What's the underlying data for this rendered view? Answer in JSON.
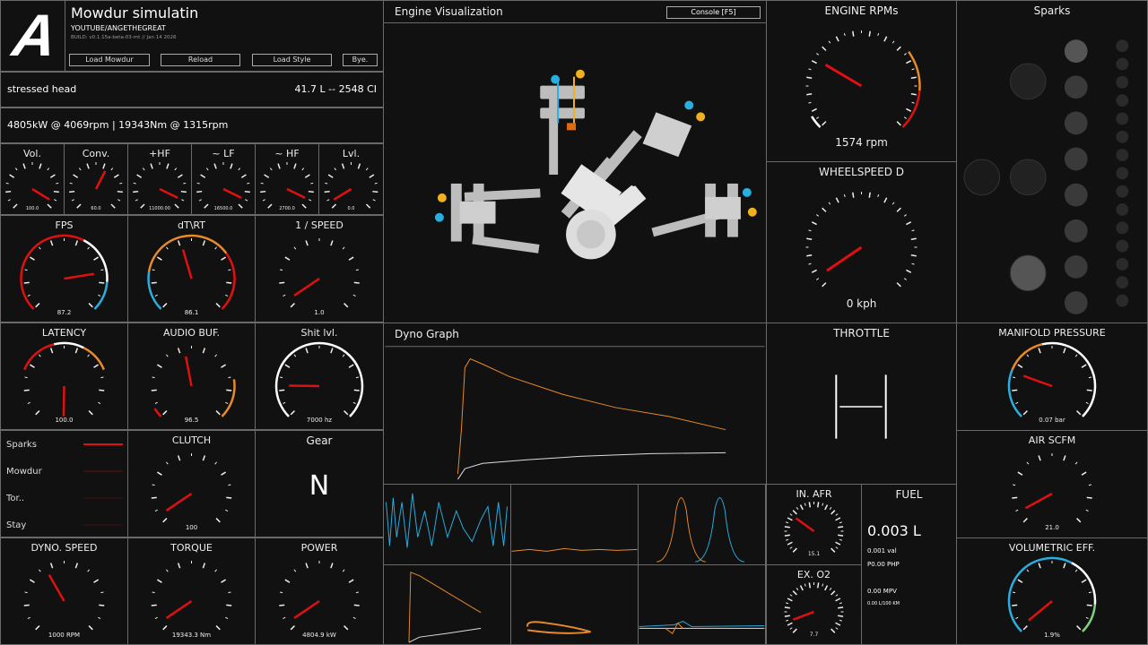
{
  "header": {
    "logo": "A",
    "title": "Mowdur simulatin",
    "subtitle": "YOUTUBE/ANGETHEGREAT",
    "build": "BUILD: v0.1.15a-beta-03-mt // Jan 14 2026",
    "buttons": [
      "Load Mowdur",
      "Reload",
      "Load Style",
      "Bye."
    ]
  },
  "engine": {
    "name": "stressed head",
    "displacement": "41.7 L -- 2548 CI",
    "peak": "4805kW @ 4069rpm | 19343Nm @ 1315rpm"
  },
  "gauges": {
    "vol": {
      "title": "Vol.",
      "readout": "100.0",
      "needle": 0.95
    },
    "conv": {
      "title": "Conv.",
      "readout": "60.0",
      "needle": 0.6
    },
    "hf_plus": {
      "title": "+HF",
      "readout": "11000.00",
      "needle": 0.93
    },
    "lf": {
      "title": "~ LF",
      "readout": "16500.0",
      "needle": 0.93
    },
    "hf": {
      "title": "~ HF",
      "readout": "2700.0",
      "needle": 0.93
    },
    "lvl": {
      "title": "Lvl.",
      "readout": "0.0",
      "needle": 0.05
    },
    "fps": {
      "title": "FPS",
      "readout": "87.2",
      "needle": 0.8
    },
    "dtrt": {
      "title": "dT\\RT",
      "readout": "86.1",
      "needle": 0.44
    },
    "speed_inv": {
      "title": "1 / SPEED",
      "readout": "1.0",
      "needle": 0.04
    },
    "latency": {
      "title": "LATENCY",
      "readout": "100.0",
      "needle": 1.17
    },
    "audio": {
      "title": "AUDIO BUF.",
      "readout": "96.5",
      "needle": 0.46
    },
    "shit": {
      "title": "Shit lvl.",
      "readout": "7000 hz",
      "needle": 0.17
    },
    "clutch": {
      "title": "CLUTCH",
      "readout": "100",
      "needle": 0.04
    },
    "dyno_speed": {
      "title": "DYNO. SPEED",
      "readout": "1000 RPM",
      "needle": 0.39
    },
    "torque": {
      "title": "TORQUE",
      "readout": "19343.3 Nm",
      "needle": 0.04
    },
    "power": {
      "title": "POWER",
      "readout": "4804.9 kW",
      "needle": 0.04
    },
    "rpm": {
      "title": "ENGINE RPMs",
      "readout": "1574 rpm",
      "needle": 0.28
    },
    "wheel": {
      "title": "WHEELSPEED  D",
      "readout": "0 kph",
      "needle": 0.04
    },
    "manifold": {
      "title": "MANIFOLD PRESSURE",
      "readout": "0.07 bar",
      "needle": 0.24
    },
    "air": {
      "title": "AIR SCFM",
      "readout": "21.0",
      "needle": 0.06
    },
    "ve": {
      "title": "VOLUMETRIC EFF.",
      "readout": "1.9%",
      "needle": 0.02
    },
    "afr": {
      "title": "IN. AFR",
      "readout": "15.1",
      "needle": 0.3
    },
    "o2": {
      "title": "EX. O2",
      "readout": "7.7",
      "needle": 0.09
    }
  },
  "legend": {
    "items": [
      "Sparks",
      "Mowdur",
      "Tor..",
      "Stay"
    ]
  },
  "gear": {
    "title": "Gear",
    "value": "N"
  },
  "viz": {
    "title": "Engine Visualization",
    "console": "Console [F5]"
  },
  "dyno": {
    "title": "Dyno Graph"
  },
  "throttle": {
    "title": "THROTTLE"
  },
  "sparks": {
    "title": "Sparks"
  },
  "fuel": {
    "title": "FUEL",
    "amount": "0.003 L",
    "val": "0.001 val",
    "cost": "P0.00 PHP",
    "mpv": "0.00 MPV",
    "consumption": "0.00 L/100 KM"
  },
  "colors": {
    "needle": "#e01010",
    "orange": "#e88a2a",
    "blue": "#2aaee0",
    "green": "#7ed37e"
  }
}
